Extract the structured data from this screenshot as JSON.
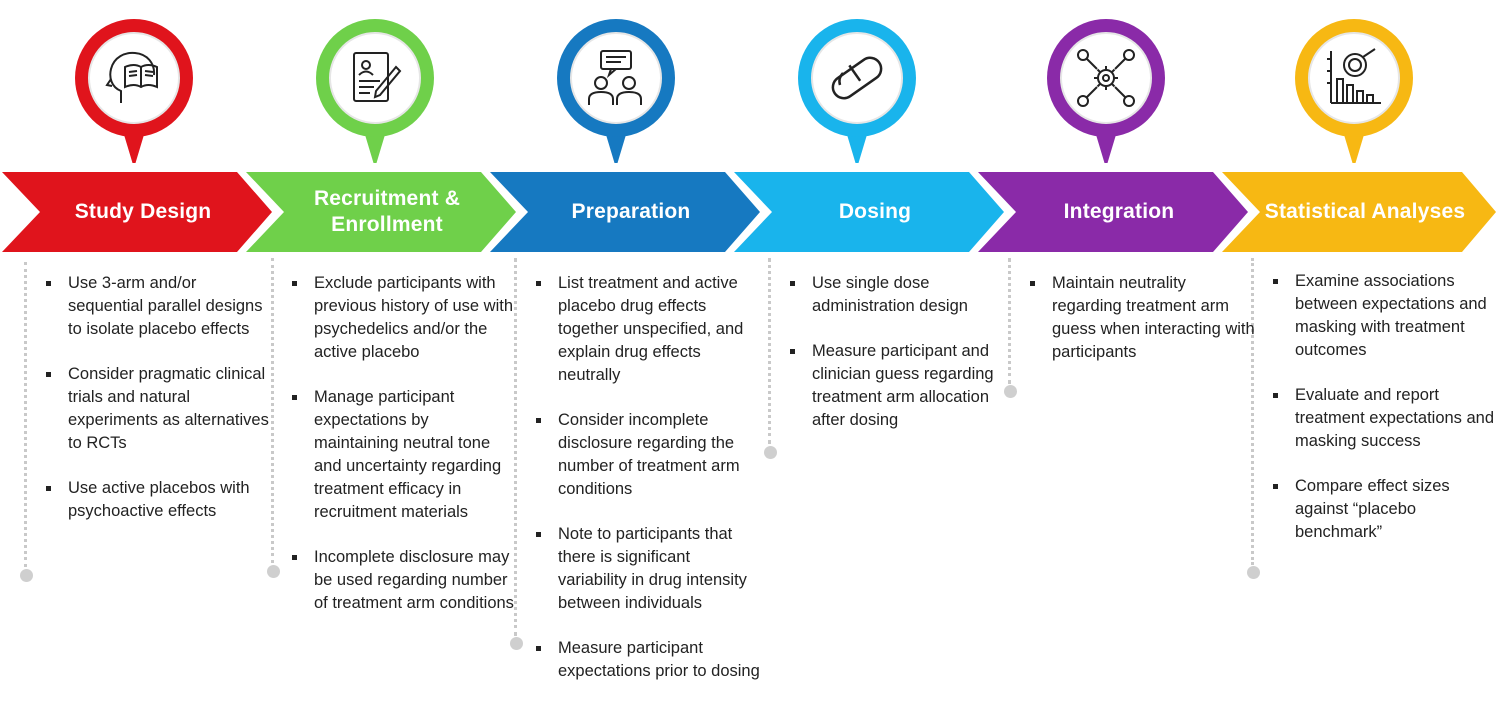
{
  "stages": [
    {
      "title": "Study Design",
      "color": "#e0141c",
      "icon": "head-book-icon",
      "bullets": [
        "Use 3-arm and/or sequential parallel designs to isolate placebo effects",
        "Consider pragmatic clinical trials and natural experiments as alternatives to RCTs",
        "Use active placebos with psychoactive effects"
      ]
    },
    {
      "title": "Recruitment & Enrollment",
      "color": "#6fd04a",
      "icon": "document-pen-icon",
      "bullets": [
        "Exclude participants with previous history of use with psychedelics and/or the active placebo",
        "Manage participant expectations by maintaining neutral tone and uncertainty regarding treatment efficacy in recruitment materials",
        "Incomplete disclosure may be used regarding number of treatment arm conditions"
      ]
    },
    {
      "title": "Preparation",
      "color": "#1679c1",
      "icon": "conversation-icon",
      "bullets": [
        "List treatment and active placebo drug effects together unspecified, and explain drug effects neutrally",
        "Consider incomplete disclosure regarding the number of treatment arm conditions",
        "Note to participants that there is significant variability in drug intensity between individuals",
        "Measure participant expectations prior to dosing"
      ]
    },
    {
      "title": "Dosing",
      "color": "#19b4ec",
      "icon": "capsule-icon",
      "bullets": [
        "Use single dose administration design",
        "Measure participant and clinician guess regarding treatment arm allocation after dosing"
      ]
    },
    {
      "title": "Integration",
      "color": "#8a2aa8",
      "icon": "network-gears-icon",
      "bullets": [
        "Maintain neutrality regarding treatment arm guess when interacting with participants"
      ]
    },
    {
      "title": "Statistical Analyses",
      "color": "#f7b813",
      "icon": "chart-magnifier-icon",
      "bullets": [
        "Examine associations between expectations and masking with treatment outcomes",
        "Evaluate and report treatment expectations and masking success",
        "Compare effect sizes against “placebo benchmark”"
      ]
    }
  ]
}
